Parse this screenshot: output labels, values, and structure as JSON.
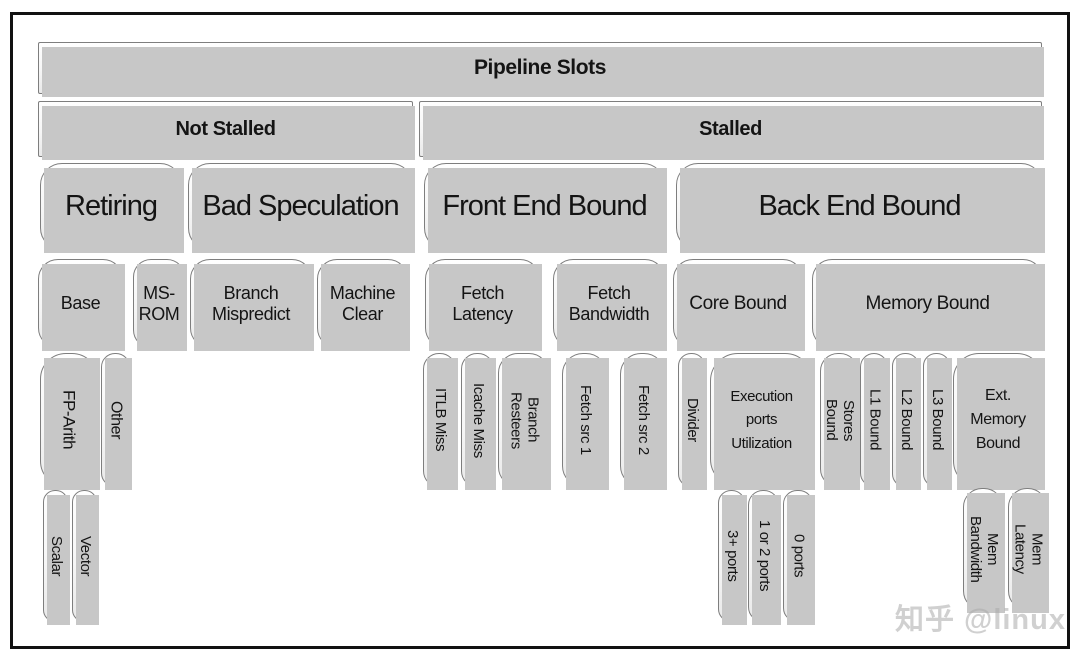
{
  "diagram": {
    "level1": {
      "pipeline_slots": "Pipeline Slots"
    },
    "level2": {
      "not_stalled": "Not Stalled",
      "stalled": "Stalled"
    },
    "level3": {
      "retiring": "Retiring",
      "bad_speculation": "Bad Speculation",
      "front_end_bound": "Front End Bound",
      "back_end_bound": "Back End Bound"
    },
    "level4": {
      "base": "Base",
      "ms_rom": "MS-\nROM",
      "branch_mispredict": "Branch\nMispredict",
      "machine_clear": "Machine\nClear",
      "fetch_latency": "Fetch\nLatency",
      "fetch_bandwidth": "Fetch\nBandwidth",
      "core_bound": "Core Bound",
      "memory_bound": "Memory Bound"
    },
    "level5": {
      "fp_arith": "FP-Arith",
      "other": "Other",
      "itlb_miss": "ITLB Miss",
      "icache_miss": "Icache Miss",
      "branch_resteers": "Branch\nResteers",
      "fetch_src_1": "Fetch src 1",
      "fetch_src_2": "Fetch src 2",
      "divider": "Divider",
      "execution_ports_utilization": "Execution\nports\nUtilization",
      "stores_bound": "Stores\nBound",
      "l1_bound": "L1 Bound",
      "l2_bound": "L2 Bound",
      "l3_bound": "L3 Bound",
      "ext_memory_bound": "Ext.\nMemory\nBound"
    },
    "level6": {
      "scalar": "Scalar",
      "vector": "Vector",
      "ports_3plus": "3+ ports",
      "ports_1or2": "1 or 2 ports",
      "ports_0": "0 ports",
      "mem_bandwidth": "Mem\nBandwidth",
      "mem_latency": "Mem\nLatency"
    }
  },
  "watermark": "知乎 @linux",
  "colors": {
    "frame_border": "#111111",
    "node_border": "#7e7e7e",
    "node_fill_top": "#fefefe",
    "node_fill_bottom": "#e9e9e9",
    "node_shadow": "#c7c7c7",
    "text": "#141414",
    "watermark": "#aaaaaa"
  }
}
